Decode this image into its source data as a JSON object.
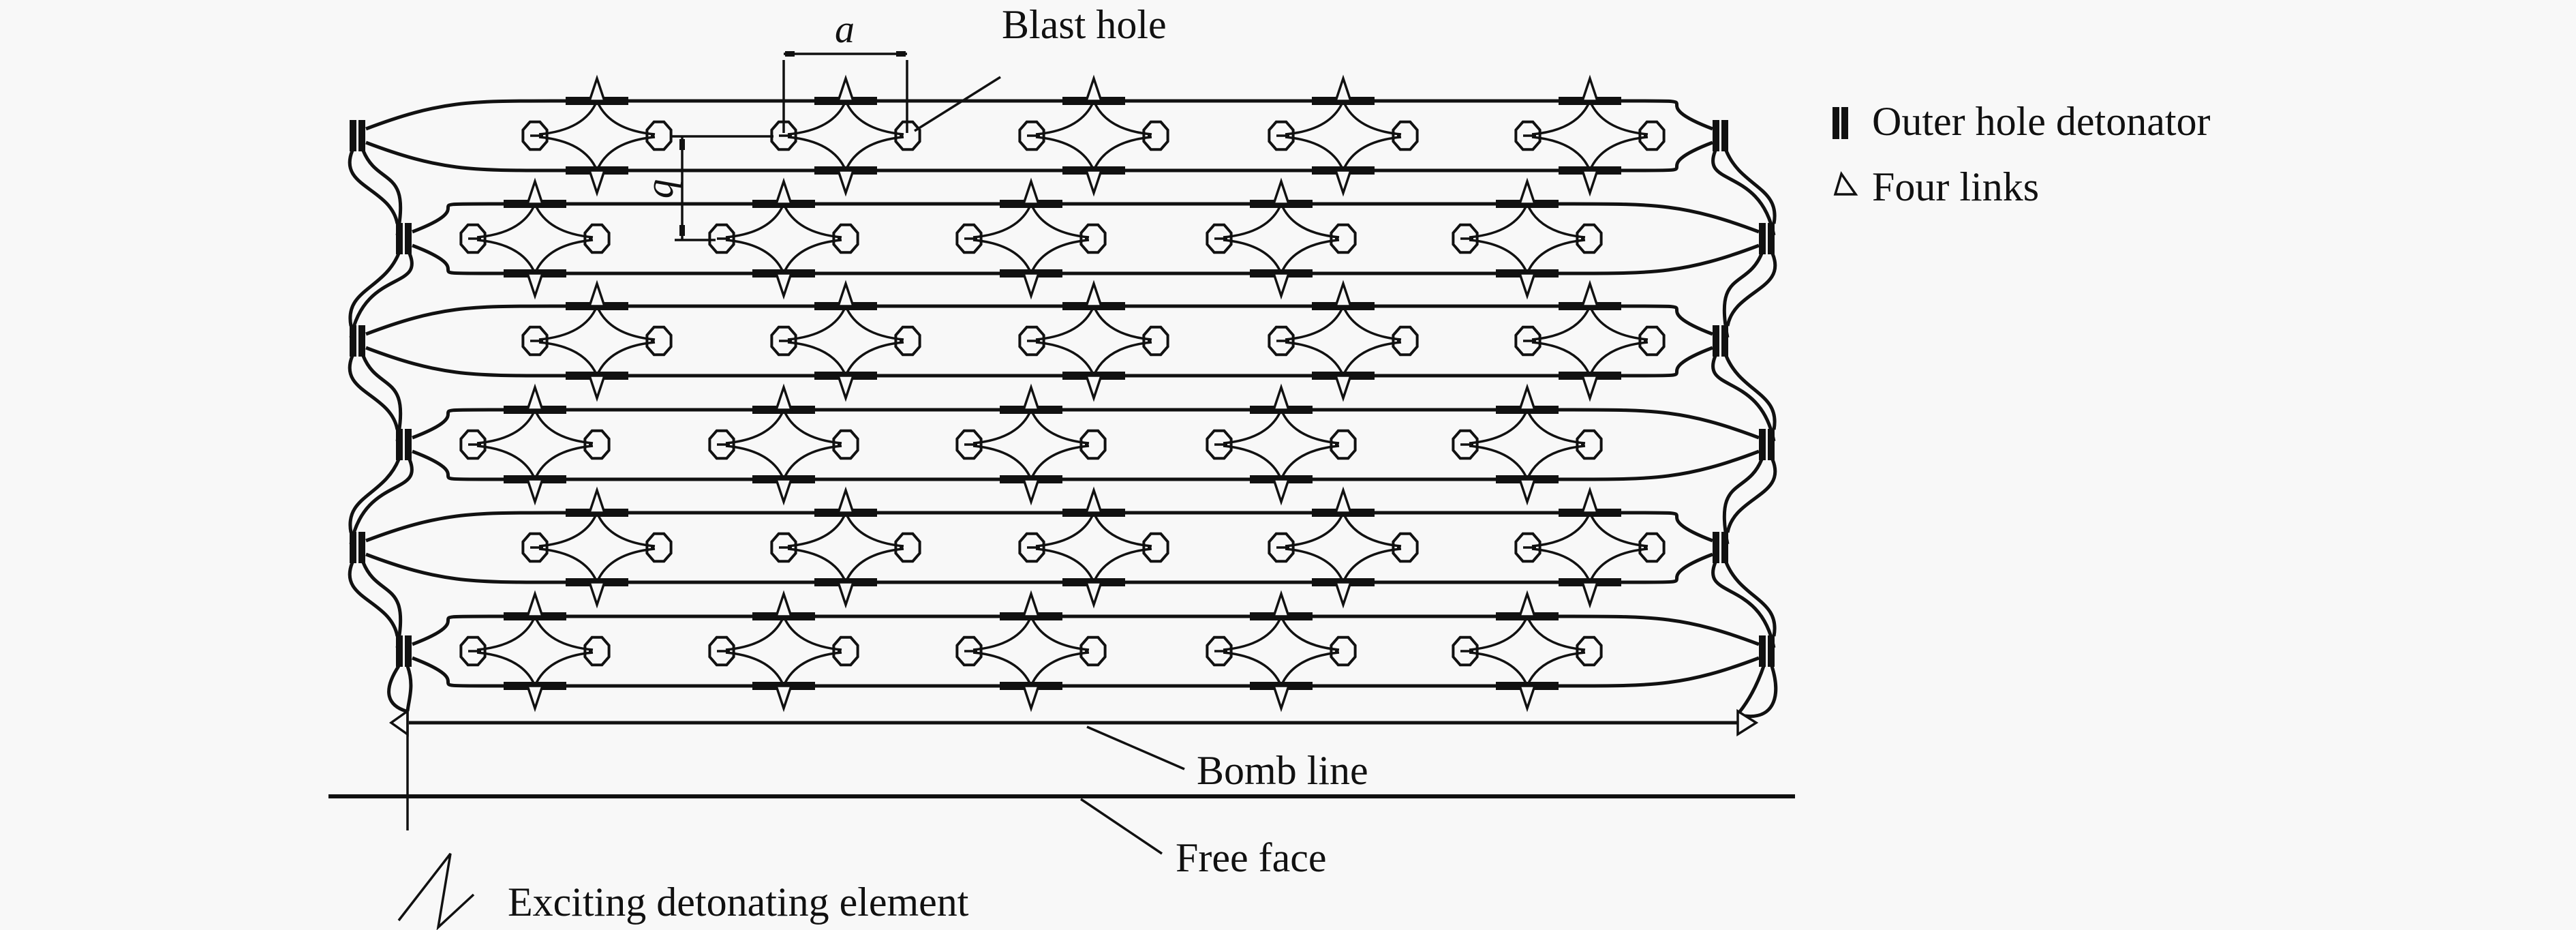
{
  "diagram": {
    "title_labels": {
      "blast_hole": "Blast hole",
      "spacing_a": "a",
      "spacing_b": "b",
      "bomb_line": "Bomb line",
      "free_face": "Free face",
      "exciting_element": "Exciting detonating element"
    },
    "legend": [
      {
        "icon": "outer-hole-detonator-icon",
        "label": "Outer hole detonator"
      },
      {
        "icon": "four-links-triangle-icon",
        "label": "Four links"
      }
    ],
    "layout_counts": {
      "rows": 6,
      "units_per_row": 5,
      "holes_per_unit": 2
    },
    "colors": {
      "ink": "#111111",
      "background": "#f8f8f8"
    }
  }
}
